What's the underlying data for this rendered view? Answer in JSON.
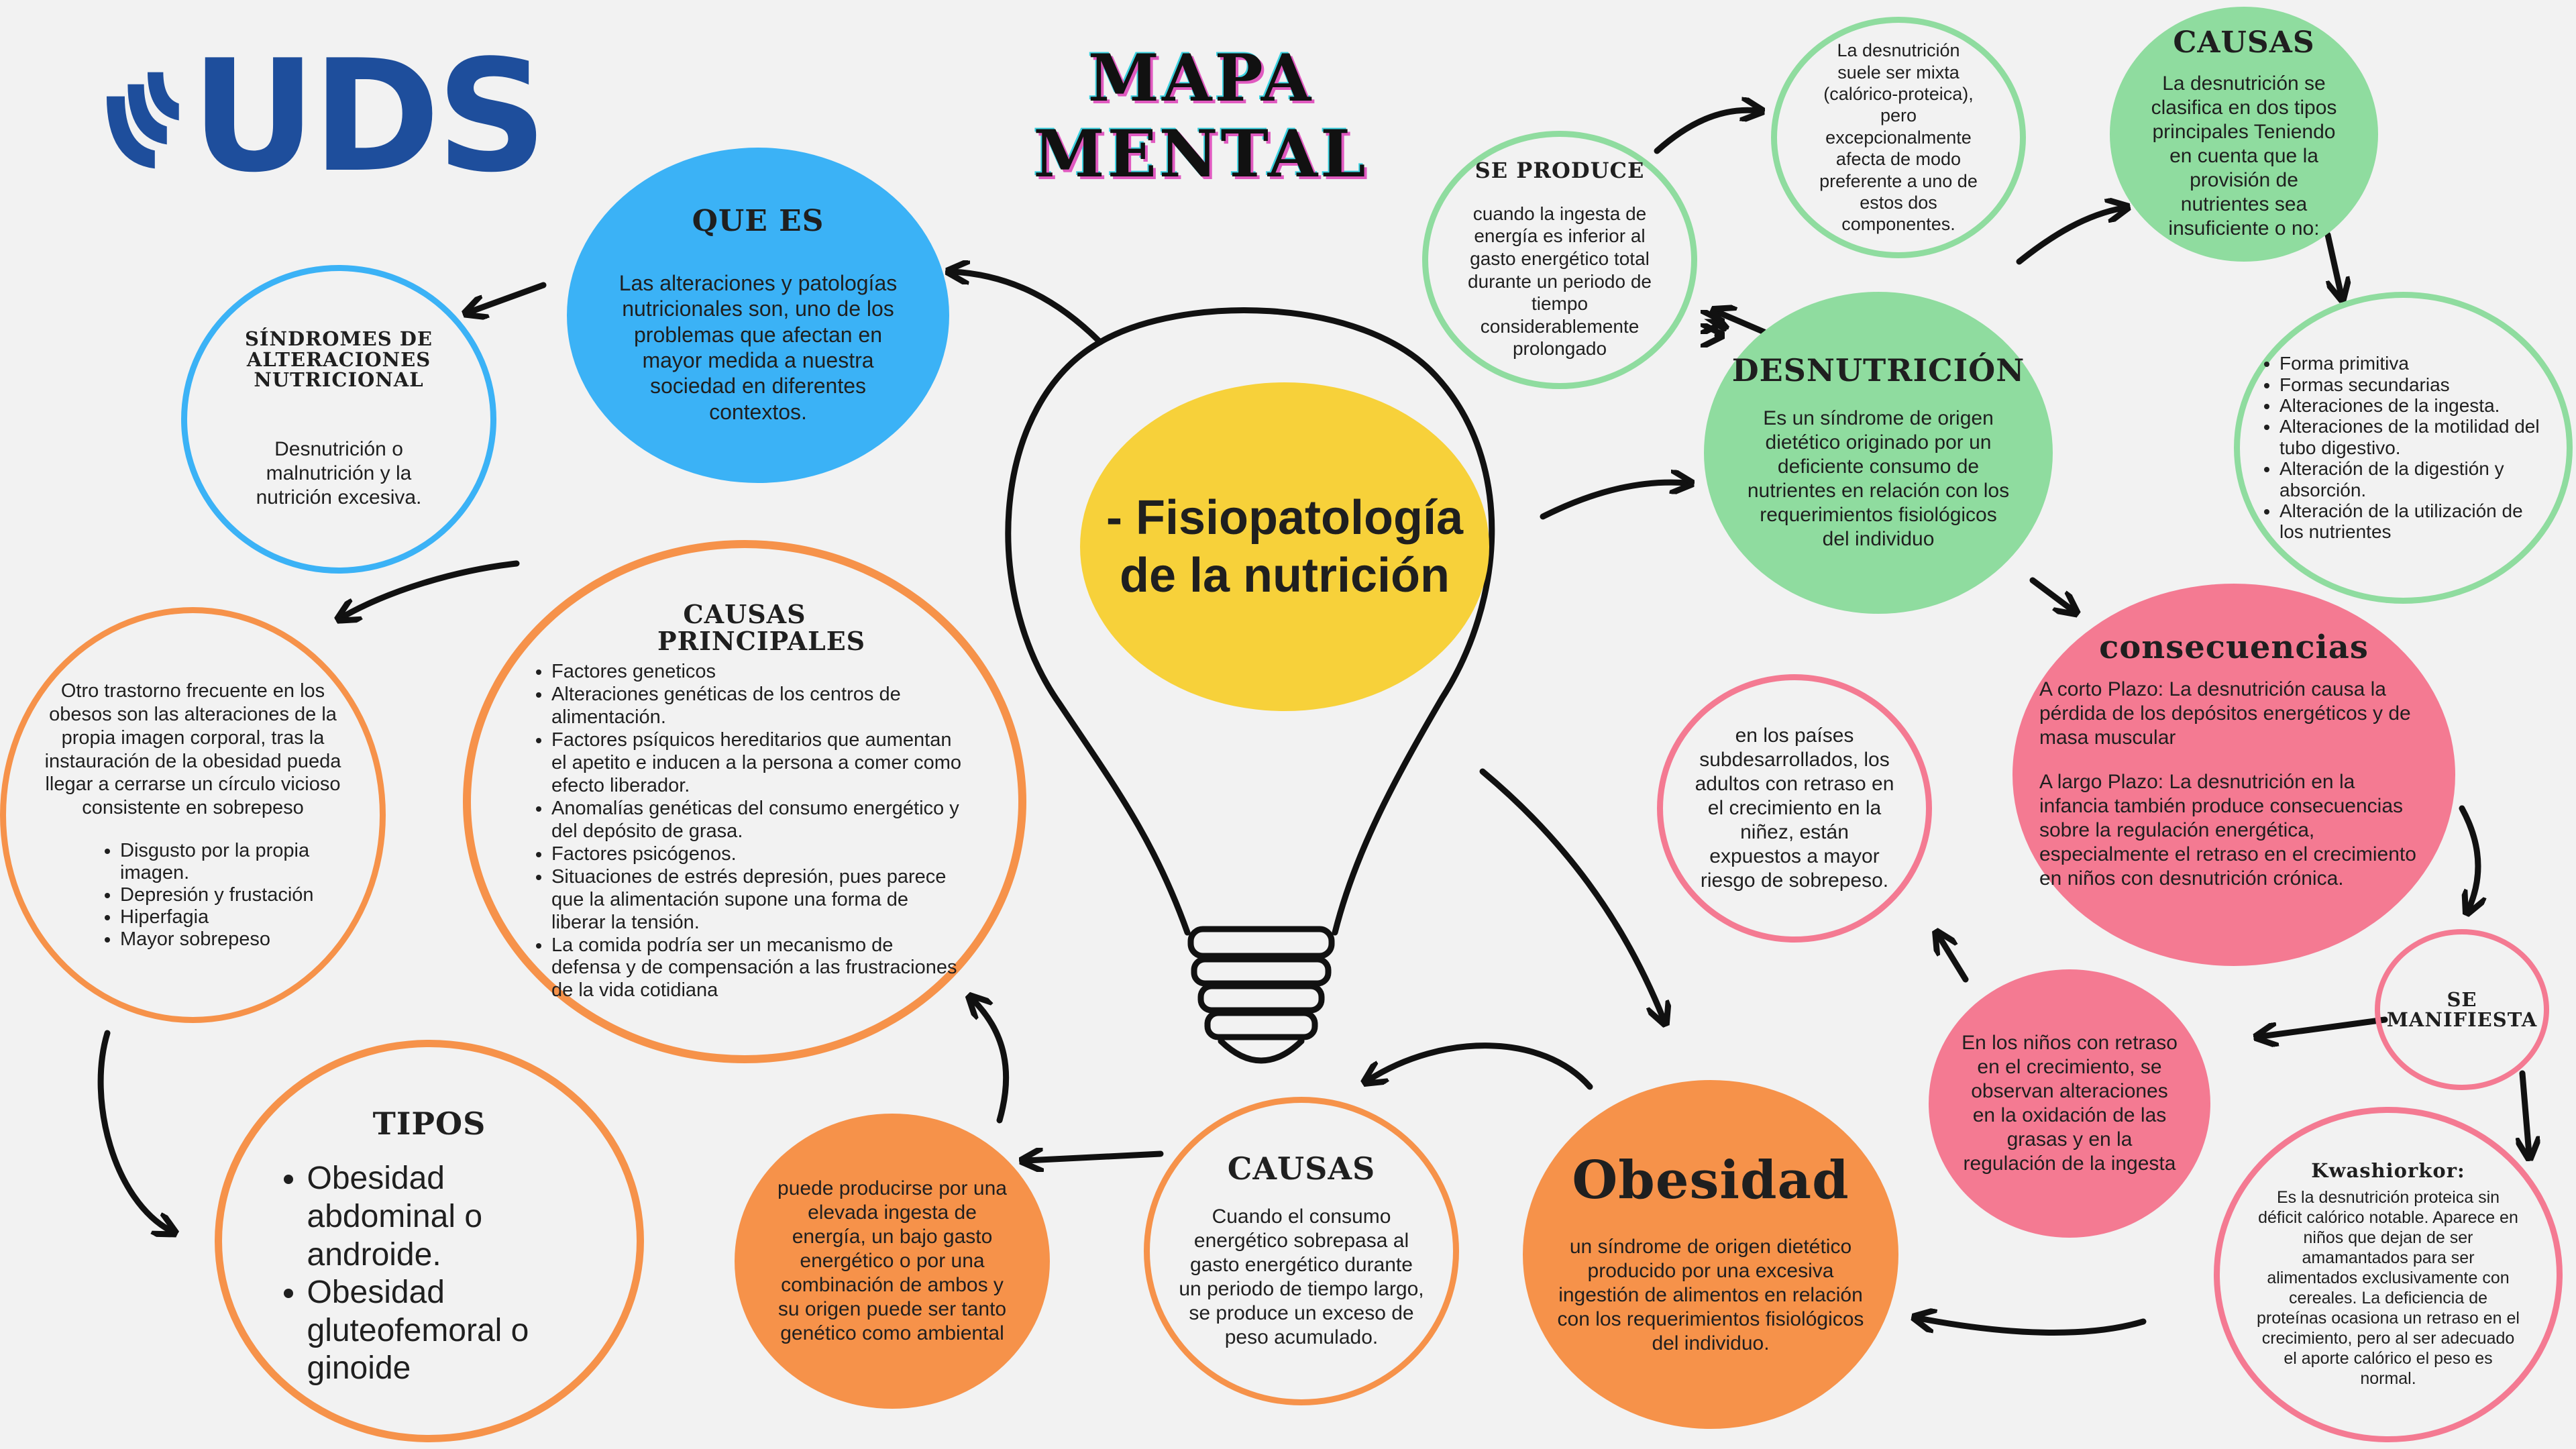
{
  "logo": {
    "text": "UDS"
  },
  "page_title": "MAPA MENTAL",
  "center": {
    "title_line1": "- Fisiopatología",
    "title_line2": "de la nutrición"
  },
  "que_es": {
    "title": "QUE ES",
    "text": "Las alteraciones y patologías nutricionales son, uno de los problemas que afectan en mayor medida a nuestra sociedad en diferentes contextos."
  },
  "sindromes": {
    "title": "SÍNDROMES DE ALTERACIONES NUTRICIONAL",
    "text": "Desnutrición o malnutrición y la nutrición excesiva."
  },
  "trastorno": {
    "text": "Otro trastorno frecuente en los obesos son las alteraciones de la propia imagen corporal, tras la instauración de la obesidad pueda llegar a cerrarse un círculo vicioso consistente en sobrepeso",
    "items": [
      "Disgusto por la propia imagen.",
      "Depresión y frustación",
      "Hiperfagia",
      "Mayor sobrepeso"
    ]
  },
  "causas_principales": {
    "title": "CAUSAS PRINCIPALES",
    "items": [
      "Factores geneticos",
      " Alteraciones genéticas de los centros de alimentación.",
      " Factores psíquicos hereditarios que aumentan el apetito e inducen a la persona a comer como efecto liberador.",
      " Anomalías genéticas del consumo energético y del depósito de grasa.",
      " Factores psicógenos.",
      "Situaciones de estrés depresión, pues parece que la alimentación supone una forma de liberar la tensión.",
      " La comida podría ser un mecanismo de defensa y de compensación a las frustraciones de la vida cotidiana"
    ]
  },
  "tipos": {
    "title": "TIPOS",
    "items": [
      "Obesidad  abdominal o androide.",
      "Obesidad gluteofemoral o ginoide"
    ]
  },
  "puede_producirse": {
    "text": "puede producirse por una elevada ingesta de energía, un bajo gasto energético o por una combinación de ambos y su origen puede ser tanto genético como ambiental"
  },
  "causas_obesidad": {
    "title": "CAUSAS",
    "text": "Cuando el consumo energético sobrepasa al gasto energético durante un periodo de tiempo largo, se produce un exceso de peso acumulado."
  },
  "obesidad": {
    "title": "Obesidad",
    "text": "un síndrome de origen dietético producido por una excesiva ingestión de alimentos en relación con los requerimientos fisiológicos del individuo."
  },
  "se_produce": {
    "title": "SE PRODUCE",
    "text": "cuando la ingesta de energía es inferior al gasto energético total durante un periodo de tiempo considerablemente prolongado"
  },
  "mixta": {
    "text": "La desnutrición suele ser mixta (calórico-proteica), pero excepcionalmente afecta de modo preferente a uno de estos dos componentes."
  },
  "causas_desnutricion": {
    "title": "CAUSAS",
    "text": "La desnutrición se clasifica en dos tipos principales Teniendo en cuenta que la provisión de nutrientes sea insuficiente o no:"
  },
  "formas": {
    "items": [
      "Forma primitiva",
      "Formas secundarias",
      "Alteraciones de la ingesta.",
      "Alteraciones de la motilidad del tubo digestivo.",
      "Alteración de la digestión y absorción.",
      "Alteración de la utilización de los nutrientes"
    ]
  },
  "desnutricion": {
    "title": "DESNUTRICIÓN",
    "text": "Es un síndrome de origen dietético originado por un deficiente consumo de nutrientes en relación con los requerimientos fisiológicos del individuo"
  },
  "consecuencias": {
    "title": "consecuencias",
    "p1": "A corto Plazo:  La desnutrición causa la pérdida de los depósitos energéticos y de masa muscular",
    "p2": "A largo Plazo: La desnutrición en la infancia también produce consecuencias sobre la regulación energética, especialmente el retraso en el crecimiento en niños con desnutrición crónica."
  },
  "paises": {
    "text": "en los países subdesarrollados, los adultos con retraso en el crecimiento en la niñez, están expuestos a mayor riesgo de sobrepeso."
  },
  "ninos": {
    "text": "En los niños con retraso en el crecimiento, se observan alteraciones en la oxidación de las grasas y en la regulación de la ingesta"
  },
  "se_manifiesta": {
    "title": "SE MANIFIESTA"
  },
  "kwashiorkor": {
    "title": "Kwashiorkor:",
    "text": "Es la desnutrición proteica sin déficit calórico notable. Aparece en niños que dejan de ser amamantados para ser alimentados exclusivamente con cereales. La deficiencia de proteínas ocasiona un retraso en el crecimiento, pero al ser adecuado el aporte calórico el peso es normal."
  },
  "colors": {
    "blue": "#3bb2f6",
    "green": "#8fdc9f",
    "orange": "#f6924a",
    "pink": "#f47a92",
    "yellow": "#f7d13a",
    "uds_blue": "#1e4e9c"
  }
}
